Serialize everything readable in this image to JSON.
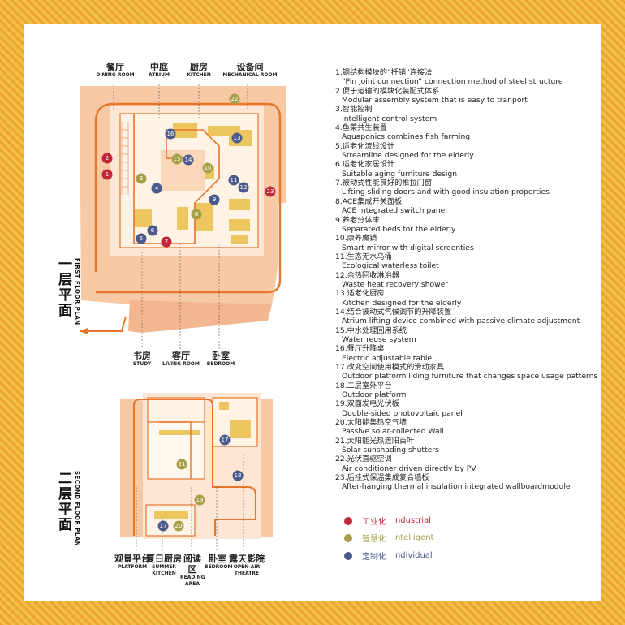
{
  "colors": {
    "border": "#f0b43c",
    "plan_peach": "#f8c9a5",
    "plan_light": "#fde7d4",
    "route": "#e8752c",
    "industrial": "#c0283a",
    "intelligent": "#a7a04a",
    "individual": "#4a5b8c",
    "furniture": "#eec660"
  },
  "first_floor": {
    "title_zh": "一层平面",
    "title_en": "FIRST FLOOR PLAN",
    "top_labels": [
      {
        "zh": "餐厅",
        "en": "DINING ROOM"
      },
      {
        "zh": "中庭",
        "en": "ATRIUM"
      },
      {
        "zh": "厨房",
        "en": "KITCHEN"
      },
      {
        "zh": "设备间",
        "en": "MECHANICAL ROOM"
      }
    ],
    "bottom_labels": [
      {
        "zh": "书房",
        "en": "STUDY"
      },
      {
        "zh": "客厅",
        "en": "LIVING ROOM"
      },
      {
        "zh": "卧室",
        "en": "BEDROOM"
      }
    ],
    "markers": [
      {
        "num": "1",
        "cat": "industrial"
      },
      {
        "num": "2",
        "cat": "industrial"
      },
      {
        "num": "3",
        "cat": "intelligent"
      },
      {
        "num": "4",
        "cat": "individual"
      },
      {
        "num": "5",
        "cat": "individual"
      },
      {
        "num": "6",
        "cat": "individual"
      },
      {
        "num": "7",
        "cat": "industrial"
      },
      {
        "num": "8",
        "cat": "intelligent"
      },
      {
        "num": "9",
        "cat": "individual"
      },
      {
        "num": "10",
        "cat": "intelligent"
      },
      {
        "num": "11",
        "cat": "individual"
      },
      {
        "num": "12",
        "cat": "individual"
      },
      {
        "num": "13",
        "cat": "individual"
      },
      {
        "num": "14",
        "cat": "individual"
      },
      {
        "num": "15",
        "cat": "intelligent"
      },
      {
        "num": "16",
        "cat": "individual"
      },
      {
        "num": "22",
        "cat": "intelligent"
      },
      {
        "num": "23",
        "cat": "industrial"
      }
    ]
  },
  "second_floor": {
    "title_zh": "二层平面",
    "title_en": "SECOND FLOOR PLAN",
    "bottom_labels": [
      {
        "zh": "观景平台",
        "en": "PLATFORM"
      },
      {
        "zh": "夏日厨房",
        "en": "SUMMER KITCHEN"
      },
      {
        "zh": "阅读区",
        "en": "READING AREA"
      },
      {
        "zh": "卧室",
        "en": "BEDROOM"
      },
      {
        "zh": "露天影院",
        "en": "OPEN-AIR THEATRE"
      }
    ],
    "markers": [
      {
        "num": "17",
        "cat": "individual"
      },
      {
        "num": "18",
        "cat": "individual"
      },
      {
        "num": "19",
        "cat": "intelligent"
      },
      {
        "num": "20",
        "cat": "intelligent"
      },
      {
        "num": "21",
        "cat": "intelligent"
      },
      {
        "num": "17",
        "cat": "individual"
      }
    ]
  },
  "legend": [
    {
      "zh": "1.钢结构模块的“扦销”连接法",
      "en": "“Pin joint connection” connection method of steel structure"
    },
    {
      "zh": "2.便于运输的模块化装配式体系",
      "en": "Modular assembly system that is easy to tranport"
    },
    {
      "zh": "3.智能控制",
      "en": "Intelligent control system"
    },
    {
      "zh": "4.鱼菜共生装置",
      "en": "Aquaponics combines fish farming"
    },
    {
      "zh": "5.适老化流线设计",
      "en": "Streamline designed for the elderly"
    },
    {
      "zh": "6.适老化家居设计",
      "en": "Suitable aging furniture design"
    },
    {
      "zh": "7.被动式性能良好的推拉门窗",
      "en": "Lifting sliding doors and with good insulation properties"
    },
    {
      "zh": "8.ACE集成开关面板",
      "en": "ACE integrated switch panel"
    },
    {
      "zh": "9.养老分体床",
      "en": "Separated beds for the elderly"
    },
    {
      "zh": "10.康养魔镜",
      "en": "Smart mirror with digital screenties"
    },
    {
      "zh": "11.生态无水马桶",
      "en": "Ecological waterless toilet"
    },
    {
      "zh": "12.余热回收淋浴器",
      "en": "Waste heat recovery shower"
    },
    {
      "zh": "13.适老化厨房",
      "en": "Kitchen designed for the elderly"
    },
    {
      "zh": "14.结合被动式气候调节的升降装置",
      "en": "Atrium lifting device combined with passive climate adjustment"
    },
    {
      "zh": "15.中水处理回用系统",
      "en": "Water reuse system"
    },
    {
      "zh": "16.餐厅升降桌",
      "en": "Electric adjustable table"
    },
    {
      "zh": "17.改变空间使用模式的滑动家具",
      "en": "Outdoor platform liding furniture that changes space usage patterns"
    },
    {
      "zh": "18.二层室外平台",
      "en": "Outdoor platform"
    },
    {
      "zh": "19.双面发电光伏板",
      "en": "Double-sided photovoltaic panel"
    },
    {
      "zh": "20.太阳能集热空气墙",
      "en": "Passive solar-collected Wall"
    },
    {
      "zh": "21.太阳能光热遮阳百叶",
      "en": "Solar sunshading shutters"
    },
    {
      "zh": "22.光伏直驱空调",
      "en": "Air conditioner driven directly by PV"
    },
    {
      "zh": "23.后挂式保温集成复合墙板",
      "en": "After-hanging thermal insulation integrated wallboardmodule"
    }
  ],
  "categories": [
    {
      "zh": "工业化",
      "en": "Industrial",
      "color": "#c0283a"
    },
    {
      "zh": "智慧化",
      "en": "Intelligent",
      "color": "#a7a04a"
    },
    {
      "zh": "定制化",
      "en": "Individual",
      "color": "#4a5b8c"
    }
  ]
}
